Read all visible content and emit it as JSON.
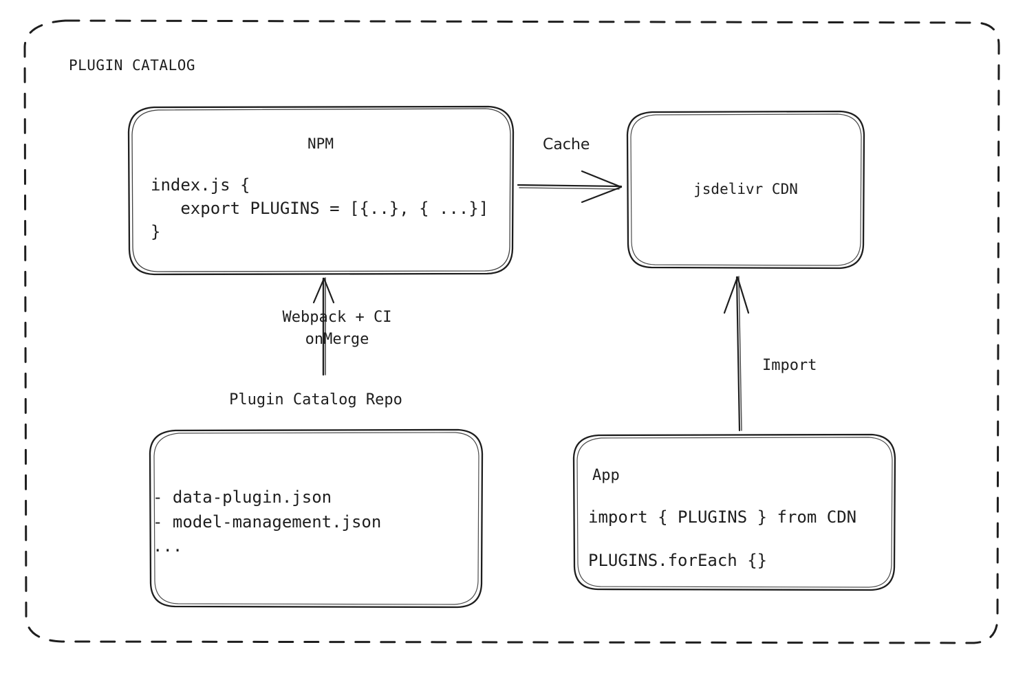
{
  "diagram": {
    "title": "PLUGIN CATALOG",
    "background": "#ffffff",
    "stroke_color": "#1e1e1e",
    "style": "hand-drawn"
  },
  "nodes": {
    "npm": {
      "title": "NPM",
      "code": "index.js {\n   export PLUGINS = [{..}, { ...}]\n}"
    },
    "cdn": {
      "title": "jsdelivr CDN"
    },
    "repo": {
      "caption": "Plugin Catalog Repo",
      "files": "- data-plugin.json\n- model-management.json\n..."
    },
    "app": {
      "title": "App",
      "code_line1": "import { PLUGINS } from CDN",
      "code_line2": "PLUGINS.forEach {}"
    }
  },
  "edges": {
    "cache": {
      "label": "Cache",
      "from": "npm",
      "to": "cdn"
    },
    "build": {
      "label": "Webpack + CI\nonMerge",
      "from": "repo",
      "to": "npm"
    },
    "import": {
      "label": "Import",
      "from": "app",
      "to": "cdn"
    }
  }
}
